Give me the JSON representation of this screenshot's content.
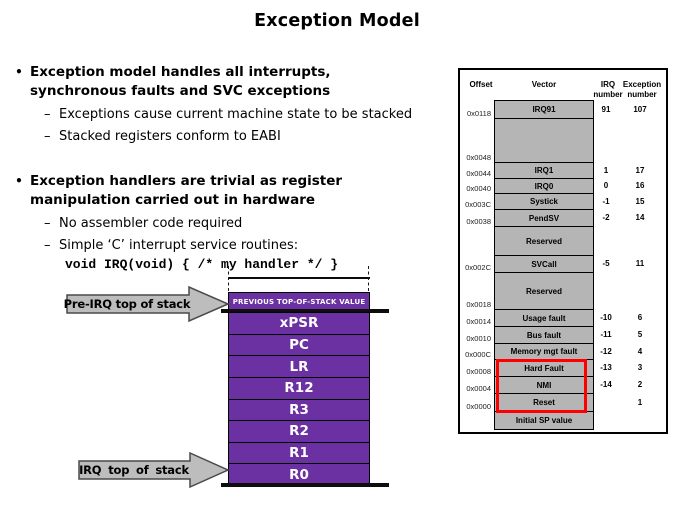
{
  "title": "Exception Model",
  "bullets": {
    "b1": {
      "line1": "Exception model handles all interrupts,",
      "line2": "synchronous faults and SVC exceptions",
      "sub1": "Exceptions cause current machine state to be stacked",
      "sub2": "Stacked registers conform to EABI"
    },
    "b2": {
      "line1": "Exception handlers are trivial as register",
      "line2": "manipulation carried out in hardware",
      "sub1": "No assembler code required",
      "sub2": "Simple ‘C’ interrupt service routines:",
      "code": "void IRQ(void) { /* my handler */ }"
    }
  },
  "stack": {
    "pre_irq_arrow": "Pre-IRQ top of stack",
    "irq_arrow": "IRQ top of stack",
    "header": "PREVIOUS TOP-OF-STACK VALUE",
    "registers": [
      "xPSR",
      "PC",
      "LR",
      "R12",
      "R3",
      "R2",
      "R1",
      "R0"
    ]
  },
  "vector_table": {
    "col_offset": "Offset",
    "col_vector": "Vector",
    "col_irq": "IRQ number",
    "col_exception": "Exception number",
    "rows": [
      {
        "vector": "IRQ91",
        "offset": "0x0118",
        "irq": "91",
        "exc": "107",
        "h": 18
      },
      {
        "vector": "",
        "offset": "0x0048",
        "irq": "",
        "exc": "",
        "h": 44
      },
      {
        "vector": "IRQ1",
        "offset": "0x0044",
        "irq": "1",
        "exc": "17",
        "h": 16
      },
      {
        "vector": "IRQ0",
        "offset": "0x0040",
        "irq": "0",
        "exc": "16",
        "h": 15
      },
      {
        "vector": "Systick",
        "offset": "0x003C",
        "irq": "-1",
        "exc": "15",
        "h": 16
      },
      {
        "vector": "PendSV",
        "offset": "0x0038",
        "irq": "-2",
        "exc": "14",
        "h": 17
      },
      {
        "vector": "Reserved",
        "offset": "",
        "irq": "",
        "exc": "",
        "h": 29
      },
      {
        "vector": "SVCall",
        "offset": "0x002C",
        "irq": "-5",
        "exc": "11",
        "h": 17
      },
      {
        "vector": "Reserved",
        "offset": "0x0018",
        "irq": "",
        "exc": "",
        "h": 37
      },
      {
        "vector": "Usage fault",
        "offset": "0x0014",
        "irq": "-10",
        "exc": "6",
        "h": 17
      },
      {
        "vector": "Bus fault",
        "offset": "0x0010",
        "irq": "-11",
        "exc": "5",
        "h": 17
      },
      {
        "vector": "Memory mgt fault",
        "offset": "0x000C",
        "irq": "-12",
        "exc": "4",
        "h": 16
      },
      {
        "vector": "Hard Fault",
        "offset": "0x0008",
        "irq": "-13",
        "exc": "3",
        "h": 17,
        "red": true
      },
      {
        "vector": "NMI",
        "offset": "0x0004",
        "irq": "-14",
        "exc": "2",
        "h": 17,
        "red": true
      },
      {
        "vector": "Reset",
        "offset": "0x0000",
        "irq": "",
        "exc": "1",
        "h": 18,
        "red": true
      },
      {
        "vector": "Initial SP value",
        "offset": "",
        "irq": "",
        "exc": "",
        "h": 18
      }
    ]
  },
  "colors": {
    "purple": "#6B30A2",
    "cell_gray": "#B5B5B5",
    "arrow_gray": "#BDBDBD",
    "red_highlight": "#FF0000"
  }
}
